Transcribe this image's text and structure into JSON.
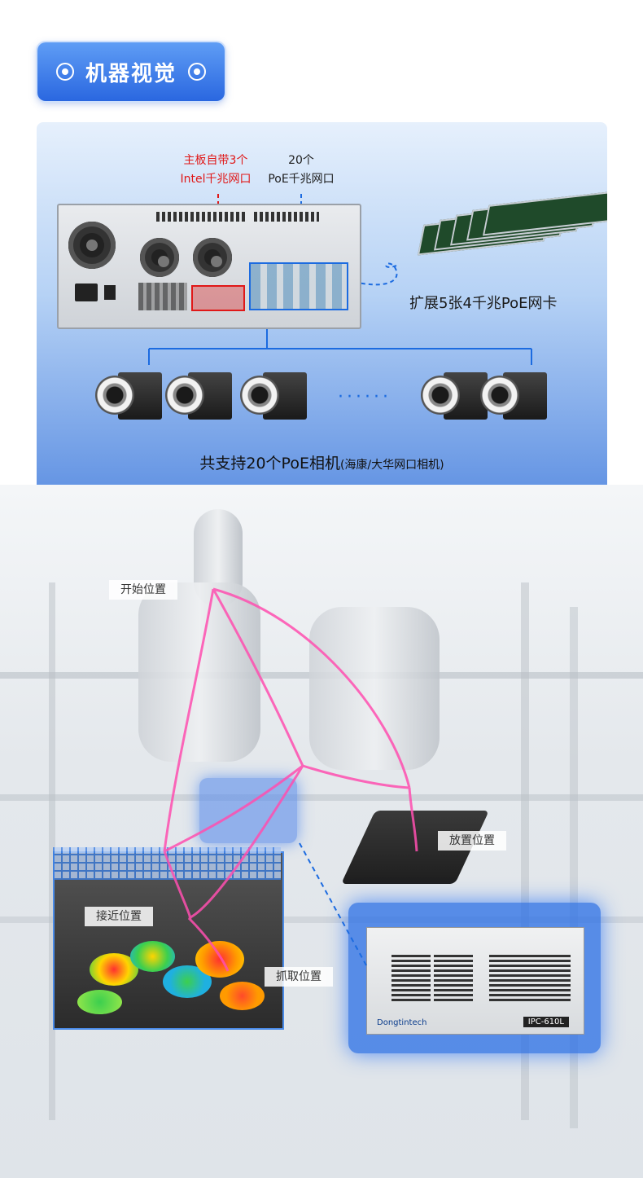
{
  "header": {
    "title": "机器视觉"
  },
  "diagram": {
    "label_onboard_line1": "主板自带3个",
    "label_onboard_line2": "Intel千兆网口",
    "label_poe_line1": "20个",
    "label_poe_line2": "PoE千兆网口",
    "expansion_label": "扩展5张4千兆PoE网卡",
    "dots": "······",
    "cameras_caption_main": "共支持20个PoE相机",
    "cameras_caption_note": "(海康/大华网口相机)"
  },
  "scene": {
    "tag_start": "开始位置",
    "tag_place": "放置位置",
    "tag_approach": "接近位置",
    "tag_grab": "抓取位置",
    "ipc_brand": "Dongtintech",
    "ipc_model": "IPC-610L"
  },
  "colors": {
    "accent": "#2a67e0",
    "highlight_red": "#e01818",
    "laser": "#ff4fb0"
  }
}
